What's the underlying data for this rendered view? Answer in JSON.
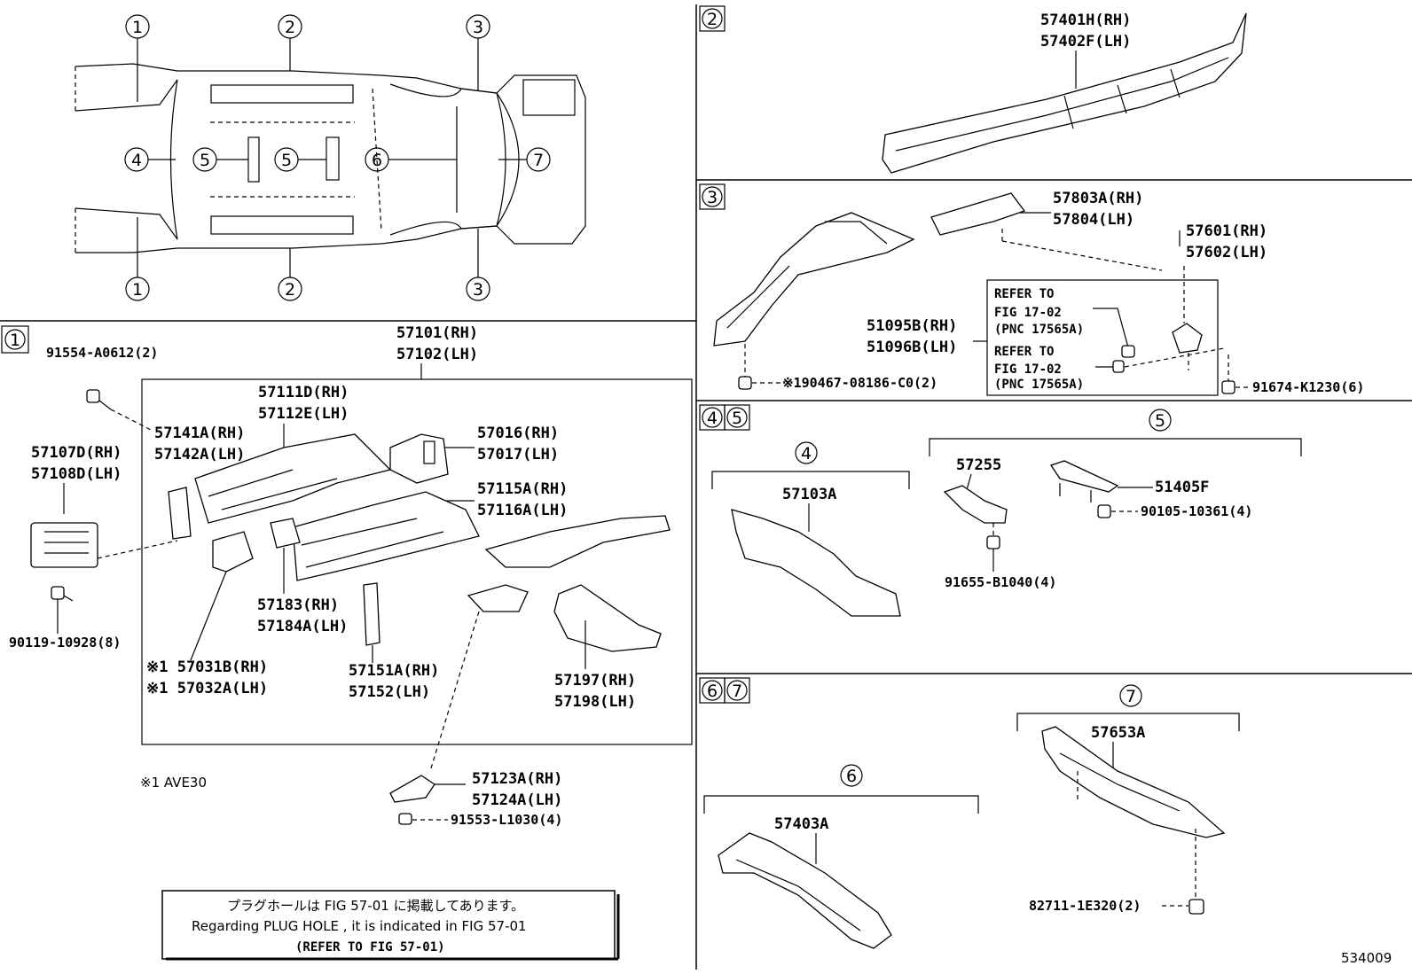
{
  "callouts": {
    "overview": [
      "1",
      "2",
      "3",
      "4",
      "5",
      "5",
      "6",
      "7",
      "1",
      "2",
      "3"
    ],
    "sec1": "1",
    "sec2": "2",
    "sec3": "3",
    "sec45a": "4",
    "sec45b": "5",
    "sec67a": "6",
    "sec67b": "7",
    "sub4": "4",
    "sub5": "5",
    "sub6": "6",
    "sub7": "7"
  },
  "section1": {
    "p57101": "57101(RH)",
    "p57102": "57102(LH)",
    "p91554": "91554-A0612(2)",
    "p57111": "57111D(RH)",
    "p57112": "57112E(LH)",
    "p57141": "57141A(RH)",
    "p57142": "57142A(LH)",
    "p57016": "57016(RH)",
    "p57017": "57017(LH)",
    "p57107": "57107D(RH)",
    "p57108": "57108D(LH)",
    "p57115": "57115A(RH)",
    "p57116": "57116A(LH)",
    "p57183": "57183(RH)",
    "p57184": "57184A(LH)",
    "p90119": "90119-10928(8)",
    "p57031": "※1 57031B(RH)",
    "p57032": "※1 57032A(LH)",
    "p57151": "57151A(RH)",
    "p57152": "57152(LH)",
    "p57197": "57197(RH)",
    "p57198": "57198(LH)",
    "p57123": "57123A(RH)",
    "p57124": "57124A(LH)",
    "p91553": "91553-L1030(4)",
    "footnote": "※1 AVE30"
  },
  "section2": {
    "p57401": "57401H(RH)",
    "p57402": "57402F(LH)"
  },
  "section3": {
    "p57803": "57803A(RH)",
    "p57804": "57804(LH)",
    "p57601": "57601(RH)",
    "p57602": "57602(LH)",
    "p51095": "51095B(RH)",
    "p51096": "51096B(LH)",
    "refer1a": "REFER TO",
    "refer1b": "FIG 17-02",
    "refer1c": "(PNC 17565A)",
    "refer2a": "REFER TO",
    "refer2b": "FIG 17-02",
    "refer2c": "(PNC 17565A)",
    "p190467": "※190467-08186-C0(2)",
    "p91674": "91674-K1230(6)"
  },
  "section45": {
    "p57103": "57103A",
    "p57255": "57255",
    "p51405": "51405F",
    "p90105": "90105-10361(4)",
    "p91655": "91655-B1040(4)"
  },
  "section67": {
    "p57403": "57403A",
    "p57653": "57653A",
    "p82711": "82711-1E320(2)"
  },
  "note": {
    "jp": "プラグホールは FIG 57-01 に掲載してあります。",
    "en": "Regarding  PLUG  HOLE , it is indicated in  FIG  57-01",
    "ref": "(REFER TO FIG 57-01)"
  },
  "diagram_id": "534009"
}
